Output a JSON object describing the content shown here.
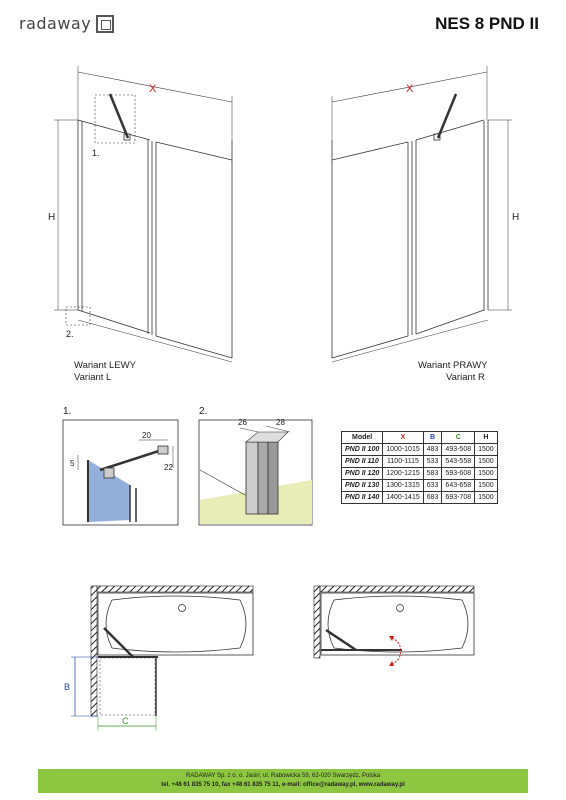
{
  "header": {
    "logo_text": "radaway",
    "product_title": "NES 8 PND II"
  },
  "drawing": {
    "dim_x": "X",
    "dim_h": "H",
    "dim_b": "B",
    "dim_c": "C",
    "callout_1": "1.",
    "callout_2": "2.",
    "variant_left": {
      "line1": "Wariant LEWY",
      "line2": "Variant L"
    },
    "variant_right": {
      "line1": "Wariant PRAWY",
      "line2": "Variant R"
    }
  },
  "details": {
    "detail_1": {
      "label": "1.",
      "d20": "20",
      "d5": "5",
      "d22": "22"
    },
    "detail_2": {
      "label": "2.",
      "d26": "26",
      "d28": "28"
    }
  },
  "colors": {
    "x_dim": "#d21f1f",
    "b_dim": "#1f3fa8",
    "c_dim": "#3a8f2a",
    "glass": "#6f95cf",
    "floor": "#e8ecb6",
    "footer_bg": "#8dc641"
  },
  "table": {
    "headers": [
      "Model",
      "X",
      "B",
      "C",
      "H"
    ],
    "rows": [
      [
        "PND II 100",
        "1000-1015",
        "483",
        "493-508",
        "1500"
      ],
      [
        "PND II 110",
        "1100-1115",
        "533",
        "543-558",
        "1500"
      ],
      [
        "PND II 120",
        "1200-1215",
        "583",
        "593-608",
        "1500"
      ],
      [
        "PND II 130",
        "1300-1315",
        "633",
        "643-658",
        "1500"
      ],
      [
        "PND II 140",
        "1400-1415",
        "683",
        "693-708",
        "1500"
      ]
    ]
  },
  "footer": {
    "line1": "RADAWAY Sp. z o. o. Jasin; ul. Rabowicka 59, 62-020 Swarzędz, Polska",
    "line2": "tel. +48 61 835 75 10, fax +48 61 835 75 11, e-mail: office@radaway.pl, www.radaway.pl"
  }
}
